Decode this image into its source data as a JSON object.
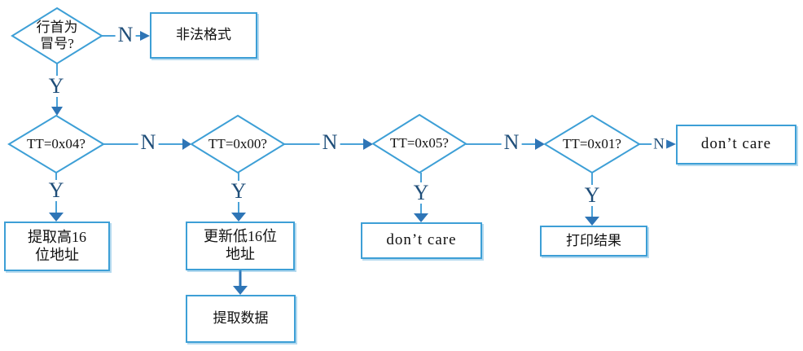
{
  "colors": {
    "canvas_bg": "#ffffff",
    "shape_border": "#3d9fd6",
    "connector_line": "#4aa2d8",
    "arrow_head": "#2e75b6",
    "edge_label": "#1f4e79",
    "node_text": "#111111"
  },
  "diagram": {
    "decisions": {
      "colon": {
        "line1": "行首为",
        "line2": "冒号?"
      },
      "tt04": {
        "label": "TT=0x04?"
      },
      "tt00": {
        "label": "TT=0x00?"
      },
      "tt05": {
        "label": "TT=0x05?"
      },
      "tt01": {
        "label": "TT=0x01?"
      }
    },
    "processes": {
      "illegal_format": {
        "label": "非法格式"
      },
      "extract_high16": {
        "line1": "提取高16",
        "line2": "位地址"
      },
      "update_low16": {
        "line1": "更新低16位",
        "line2": "地址"
      },
      "extract_data": {
        "label": "提取数据"
      },
      "dont_care_right": {
        "label": "don’t care"
      },
      "dont_care_bottom": {
        "label": "don’t care"
      },
      "print_result": {
        "label": "打印结果"
      }
    },
    "edge_labels": {
      "yes": "Y",
      "no": "N"
    }
  }
}
